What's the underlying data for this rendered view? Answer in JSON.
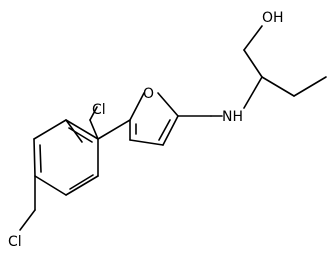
{
  "molecule": {
    "atoms": {
      "cl_top": "Cl",
      "cl_bottom": "Cl",
      "oxygen_furan": "O",
      "amine": "NH",
      "hydroxyl": "OH"
    }
  },
  "colors": {
    "bond": "#000000",
    "label": "#000000",
    "background": "#ffffff"
  }
}
